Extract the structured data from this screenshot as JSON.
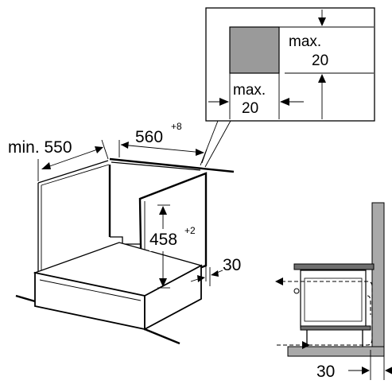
{
  "colors": {
    "line": "#000000",
    "cutout_fill": "#9a9a9a",
    "panel_fill": "#a9a9a9",
    "worktop_fill": "#6e6e6e",
    "background": "#ffffff"
  },
  "inset": {
    "label_height_max": "max.",
    "label_height_value": "20",
    "label_width_max": "max.",
    "label_width_value": "20"
  },
  "dimensions": {
    "depth_label": "min. 550",
    "width_value": "560",
    "width_tolerance": "+8",
    "height_value": "458",
    "height_tolerance": "+2",
    "gap_value": "30"
  },
  "side_view": {
    "gap_value": "30"
  }
}
